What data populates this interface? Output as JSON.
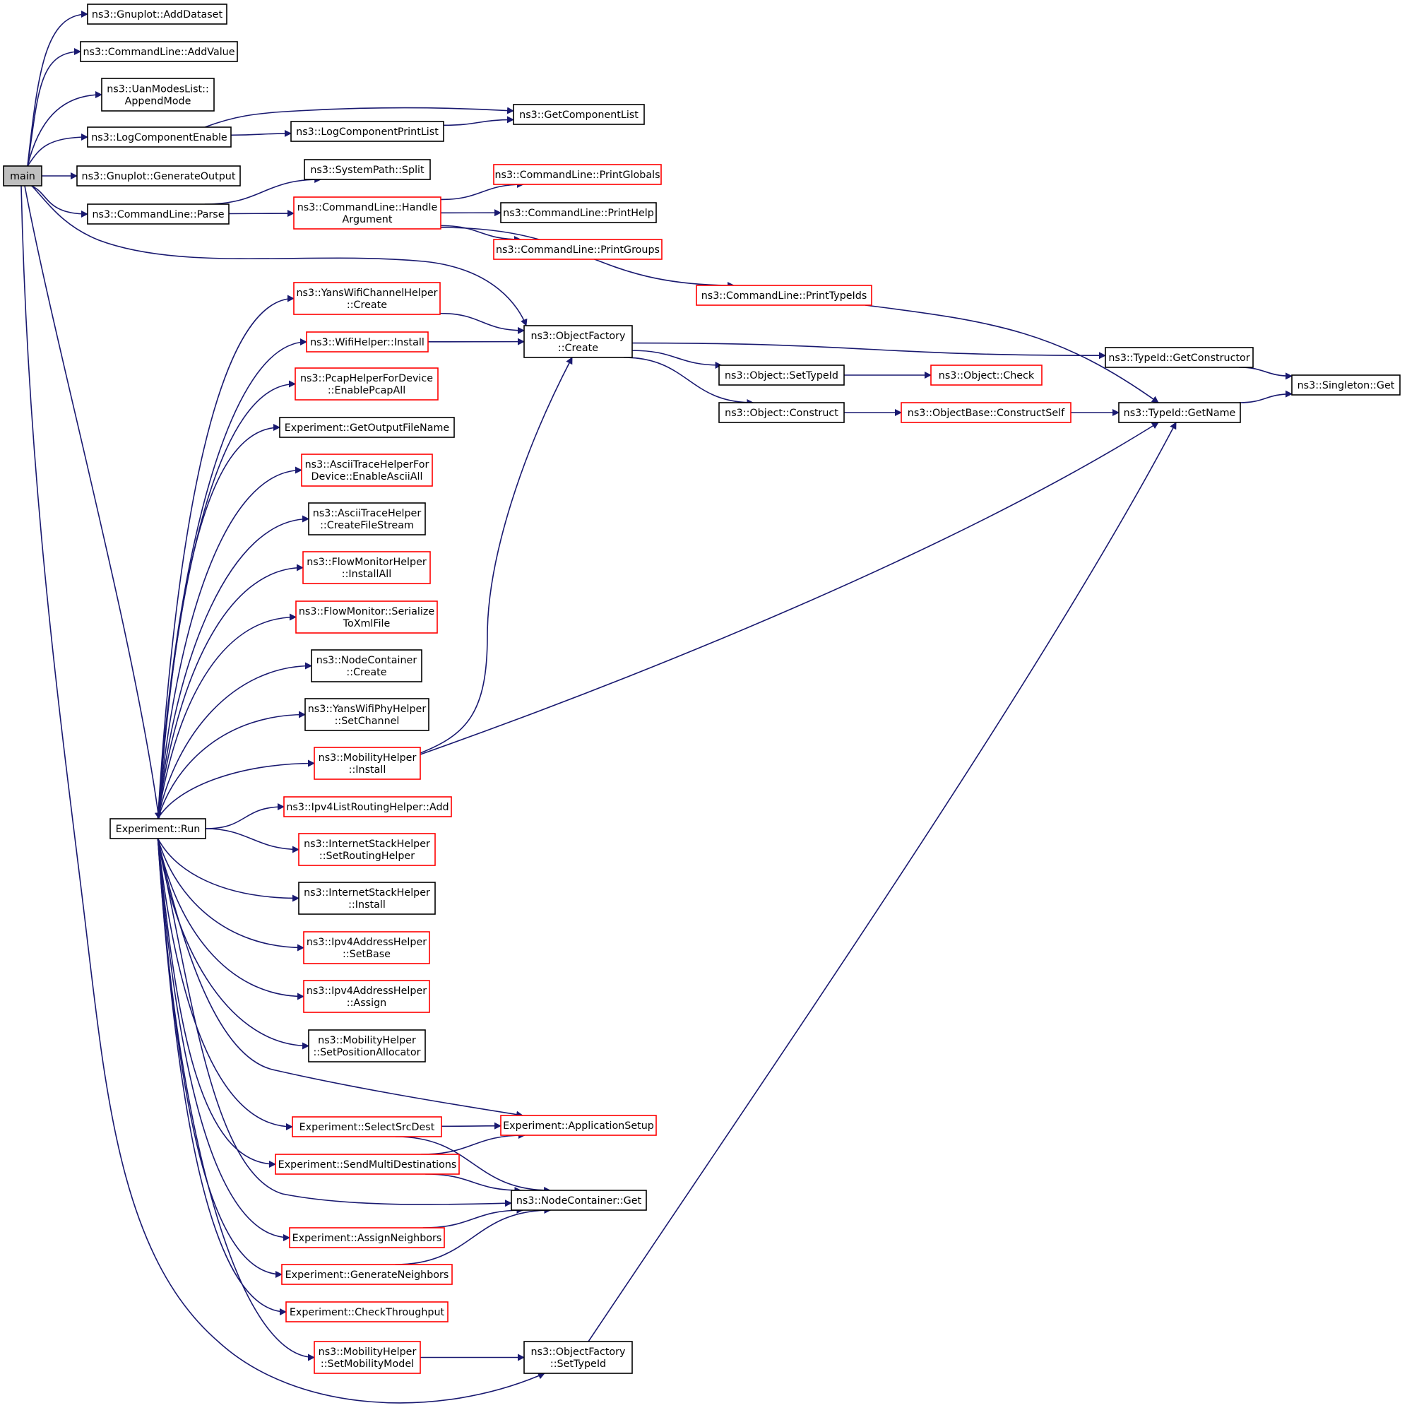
{
  "colors": {
    "edge": "#191970",
    "documented_border": "#000000",
    "undocumented_border": "#ff0000",
    "root_fill": "#bfbfbf",
    "node_fill": "#ffffff"
  },
  "nodes": [
    {
      "id": "main",
      "lines": [
        "main"
      ],
      "style": "root"
    },
    {
      "id": "gp_add",
      "lines": [
        "ns3::Gnuplot::AddDataset"
      ],
      "style": "black"
    },
    {
      "id": "cl_addvalue",
      "lines": [
        "ns3::CommandLine::AddValue"
      ],
      "style": "black"
    },
    {
      "id": "uan_append",
      "lines": [
        "ns3::UanModesList::",
        "AppendMode"
      ],
      "style": "black"
    },
    {
      "id": "log_enable",
      "lines": [
        "ns3::LogComponentEnable"
      ],
      "style": "black"
    },
    {
      "id": "log_printlist",
      "lines": [
        "ns3::LogComponentPrintList"
      ],
      "style": "black"
    },
    {
      "id": "get_complist",
      "lines": [
        "ns3::GetComponentList"
      ],
      "style": "black"
    },
    {
      "id": "gp_genout",
      "lines": [
        "ns3::Gnuplot::GenerateOutput"
      ],
      "style": "black"
    },
    {
      "id": "sp_split",
      "lines": [
        "ns3::SystemPath::Split"
      ],
      "style": "black"
    },
    {
      "id": "cl_parse",
      "lines": [
        "ns3::CommandLine::Parse"
      ],
      "style": "black"
    },
    {
      "id": "cl_handle",
      "lines": [
        "ns3::CommandLine::Handle",
        "Argument"
      ],
      "style": "red"
    },
    {
      "id": "cl_pglobals",
      "lines": [
        "ns3::CommandLine::PrintGlobals"
      ],
      "style": "red"
    },
    {
      "id": "cl_phelp",
      "lines": [
        "ns3::CommandLine::PrintHelp"
      ],
      "style": "black"
    },
    {
      "id": "cl_pgroups",
      "lines": [
        "ns3::CommandLine::PrintGroups"
      ],
      "style": "red"
    },
    {
      "id": "cl_ptypeids",
      "lines": [
        "ns3::CommandLine::PrintTypeIds"
      ],
      "style": "red"
    },
    {
      "id": "yans_chan",
      "lines": [
        "ns3::YansWifiChannelHelper",
        "::Create"
      ],
      "style": "red"
    },
    {
      "id": "wifi_install",
      "lines": [
        "ns3::WifiHelper::Install"
      ],
      "style": "red"
    },
    {
      "id": "of_create",
      "lines": [
        "ns3::ObjectFactory",
        "::Create"
      ],
      "style": "black"
    },
    {
      "id": "pcap_all",
      "lines": [
        "ns3::PcapHelperForDevice",
        "::EnablePcapAll"
      ],
      "style": "red"
    },
    {
      "id": "exp_outname",
      "lines": [
        "Experiment::GetOutputFileName"
      ],
      "style": "black"
    },
    {
      "id": "ascii_all",
      "lines": [
        "ns3::AsciiTraceHelperFor",
        "Device::EnableAsciiAll"
      ],
      "style": "red"
    },
    {
      "id": "ascii_stream",
      "lines": [
        "ns3::AsciiTraceHelper",
        "::CreateFileStream"
      ],
      "style": "black"
    },
    {
      "id": "fm_installall",
      "lines": [
        "ns3::FlowMonitorHelper",
        "::InstallAll"
      ],
      "style": "red"
    },
    {
      "id": "fm_serialize",
      "lines": [
        "ns3::FlowMonitor::Serialize",
        "ToXmlFile"
      ],
      "style": "red"
    },
    {
      "id": "nc_create",
      "lines": [
        "ns3::NodeContainer",
        "::Create"
      ],
      "style": "black"
    },
    {
      "id": "yans_phy",
      "lines": [
        "ns3::YansWifiPhyHelper",
        "::SetChannel"
      ],
      "style": "black"
    },
    {
      "id": "mob_install",
      "lines": [
        "ns3::MobilityHelper",
        "::Install"
      ],
      "style": "red"
    },
    {
      "id": "exp_run",
      "lines": [
        "Experiment::Run"
      ],
      "style": "black"
    },
    {
      "id": "ipv4_list_add",
      "lines": [
        "ns3::Ipv4ListRoutingHelper::Add"
      ],
      "style": "red"
    },
    {
      "id": "ish_setrouting",
      "lines": [
        "ns3::InternetStackHelper",
        "::SetRoutingHelper"
      ],
      "style": "red"
    },
    {
      "id": "ish_install",
      "lines": [
        "ns3::InternetStackHelper",
        "::Install"
      ],
      "style": "black"
    },
    {
      "id": "ipv4a_setbase",
      "lines": [
        "ns3::Ipv4AddressHelper",
        "::SetBase"
      ],
      "style": "red"
    },
    {
      "id": "ipv4a_assign",
      "lines": [
        "ns3::Ipv4AddressHelper",
        "::Assign"
      ],
      "style": "red"
    },
    {
      "id": "mob_setpos",
      "lines": [
        "ns3::MobilityHelper",
        "::SetPositionAllocator"
      ],
      "style": "black"
    },
    {
      "id": "exp_appsetup",
      "lines": [
        "Experiment::ApplicationSetup"
      ],
      "style": "red"
    },
    {
      "id": "exp_selsrc",
      "lines": [
        "Experiment::SelectSrcDest"
      ],
      "style": "red"
    },
    {
      "id": "exp_sendmulti",
      "lines": [
        "Experiment::SendMultiDestinations"
      ],
      "style": "red"
    },
    {
      "id": "nc_get",
      "lines": [
        "ns3::NodeContainer::Get"
      ],
      "style": "black"
    },
    {
      "id": "exp_assignnb",
      "lines": [
        "Experiment::AssignNeighbors"
      ],
      "style": "red"
    },
    {
      "id": "exp_gennb",
      "lines": [
        "Experiment::GenerateNeighbors"
      ],
      "style": "red"
    },
    {
      "id": "exp_checktp",
      "lines": [
        "Experiment::CheckThroughput"
      ],
      "style": "red"
    },
    {
      "id": "mob_setmodel",
      "lines": [
        "ns3::MobilityHelper",
        "::SetMobilityModel"
      ],
      "style": "red"
    },
    {
      "id": "of_settypeid",
      "lines": [
        "ns3::ObjectFactory",
        "::SetTypeId"
      ],
      "style": "black"
    },
    {
      "id": "obj_settypeid",
      "lines": [
        "ns3::Object::SetTypeId"
      ],
      "style": "black"
    },
    {
      "id": "obj_check",
      "lines": [
        "ns3::Object::Check"
      ],
      "style": "red"
    },
    {
      "id": "obj_construct",
      "lines": [
        "ns3::Object::Construct"
      ],
      "style": "black"
    },
    {
      "id": "ob_constructself",
      "lines": [
        "ns3::ObjectBase::ConstructSelf"
      ],
      "style": "red"
    },
    {
      "id": "tid_getctor",
      "lines": [
        "ns3::TypeId::GetConstructor"
      ],
      "style": "black"
    },
    {
      "id": "tid_getname",
      "lines": [
        "ns3::TypeId::GetName"
      ],
      "style": "black"
    },
    {
      "id": "singleton_get",
      "lines": [
        "ns3::Singleton::Get"
      ],
      "style": "black"
    }
  ],
  "edges": [
    [
      "main",
      "gp_add"
    ],
    [
      "main",
      "cl_addvalue"
    ],
    [
      "main",
      "uan_append"
    ],
    [
      "main",
      "log_enable"
    ],
    [
      "main",
      "gp_genout"
    ],
    [
      "main",
      "cl_parse"
    ],
    [
      "main",
      "of_create"
    ],
    [
      "main",
      "exp_run"
    ],
    [
      "main",
      "of_settypeid"
    ],
    [
      "log_enable",
      "get_complist"
    ],
    [
      "log_enable",
      "log_printlist"
    ],
    [
      "log_printlist",
      "get_complist"
    ],
    [
      "cl_parse",
      "sp_split"
    ],
    [
      "cl_parse",
      "cl_handle"
    ],
    [
      "cl_handle",
      "cl_pglobals"
    ],
    [
      "cl_handle",
      "cl_phelp"
    ],
    [
      "cl_handle",
      "cl_pgroups"
    ],
    [
      "cl_handle",
      "cl_ptypeids"
    ],
    [
      "cl_ptypeids",
      "tid_getname"
    ],
    [
      "exp_run",
      "yans_chan"
    ],
    [
      "exp_run",
      "wifi_install"
    ],
    [
      "exp_run",
      "pcap_all"
    ],
    [
      "exp_run",
      "exp_outname"
    ],
    [
      "exp_run",
      "ascii_all"
    ],
    [
      "exp_run",
      "ascii_stream"
    ],
    [
      "exp_run",
      "fm_installall"
    ],
    [
      "exp_run",
      "fm_serialize"
    ],
    [
      "exp_run",
      "nc_create"
    ],
    [
      "exp_run",
      "yans_phy"
    ],
    [
      "exp_run",
      "mob_install"
    ],
    [
      "exp_run",
      "ipv4_list_add"
    ],
    [
      "exp_run",
      "ish_setrouting"
    ],
    [
      "exp_run",
      "ish_install"
    ],
    [
      "exp_run",
      "ipv4a_setbase"
    ],
    [
      "exp_run",
      "ipv4a_assign"
    ],
    [
      "exp_run",
      "mob_setpos"
    ],
    [
      "exp_run",
      "exp_appsetup"
    ],
    [
      "exp_run",
      "exp_selsrc"
    ],
    [
      "exp_run",
      "exp_sendmulti"
    ],
    [
      "exp_run",
      "nc_get"
    ],
    [
      "exp_run",
      "exp_assignnb"
    ],
    [
      "exp_run",
      "exp_gennb"
    ],
    [
      "exp_run",
      "exp_checktp"
    ],
    [
      "exp_run",
      "mob_setmodel"
    ],
    [
      "yans_chan",
      "of_create"
    ],
    [
      "wifi_install",
      "of_create"
    ],
    [
      "mob_install",
      "of_create"
    ],
    [
      "mob_install",
      "tid_getname"
    ],
    [
      "of_create",
      "tid_getctor"
    ],
    [
      "of_create",
      "obj_settypeid"
    ],
    [
      "of_create",
      "obj_construct"
    ],
    [
      "obj_settypeid",
      "obj_check"
    ],
    [
      "obj_construct",
      "ob_constructself"
    ],
    [
      "ob_constructself",
      "tid_getname"
    ],
    [
      "tid_getctor",
      "singleton_get"
    ],
    [
      "tid_getname",
      "singleton_get"
    ],
    [
      "exp_selsrc",
      "exp_appsetup"
    ],
    [
      "exp_selsrc",
      "nc_get"
    ],
    [
      "exp_sendmulti",
      "exp_appsetup"
    ],
    [
      "exp_sendmulti",
      "nc_get"
    ],
    [
      "exp_assignnb",
      "nc_get"
    ],
    [
      "exp_gennb",
      "nc_get"
    ],
    [
      "mob_setmodel",
      "of_settypeid"
    ],
    [
      "of_settypeid",
      "tid_getname"
    ]
  ]
}
